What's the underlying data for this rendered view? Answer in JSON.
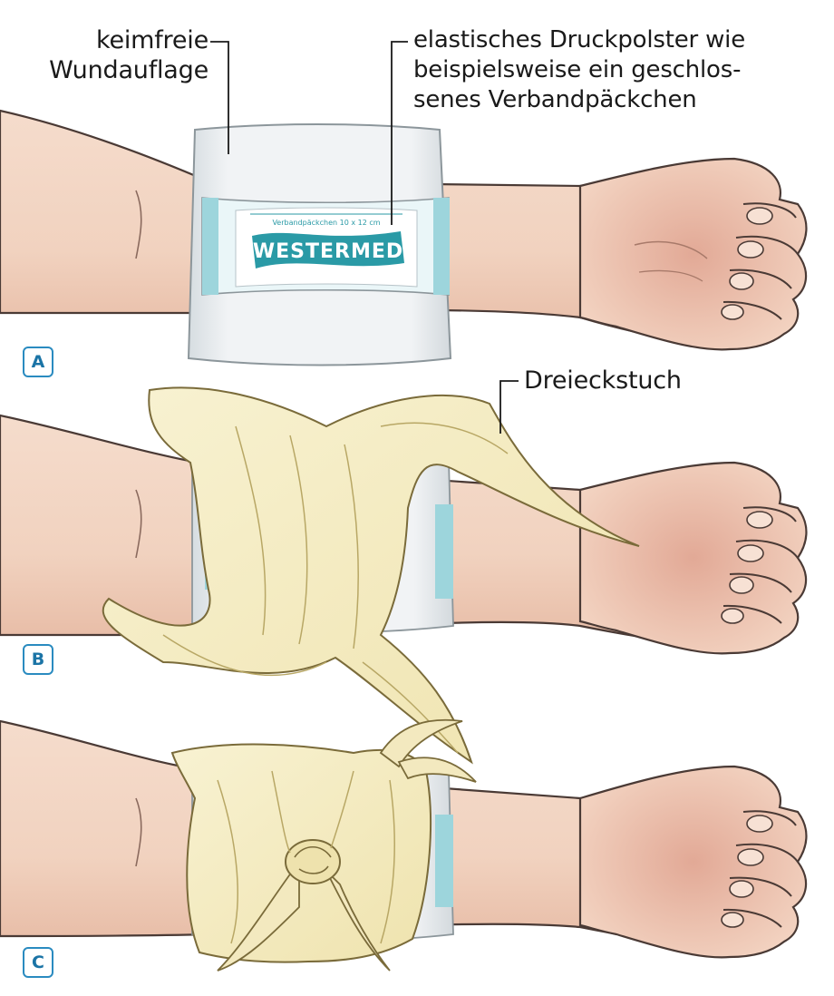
{
  "labels": {
    "wound_pad_line1": "keimfreie",
    "wound_pad_line2": "Wundauflage",
    "pressure_pad_line1": "elastisches Druckpolster wie",
    "pressure_pad_line2": "beispielsweise ein geschlos-",
    "pressure_pad_line3": "senes Verbandpäckchen",
    "triangle_cloth": "Dreieckstuch"
  },
  "package": {
    "brand": "WESTERMED",
    "small_print": "Verbandpäckchen 10 x 12 cm"
  },
  "steps": [
    {
      "badge": "A"
    },
    {
      "badge": "B"
    },
    {
      "badge": "C"
    }
  ],
  "colors": {
    "skin": "#f2d3c1",
    "skin_shadow": "#d9a892",
    "outline": "#4a3a35",
    "pad": "#e8ecef",
    "pad_edge": "#9aa3a8",
    "package_teal": "#8fd0d9",
    "brand_teal": "#2a9aa6",
    "cloth": "#f6efc8",
    "cloth_shadow": "#e2d59a",
    "badge_blue": "#2a8bc0"
  }
}
